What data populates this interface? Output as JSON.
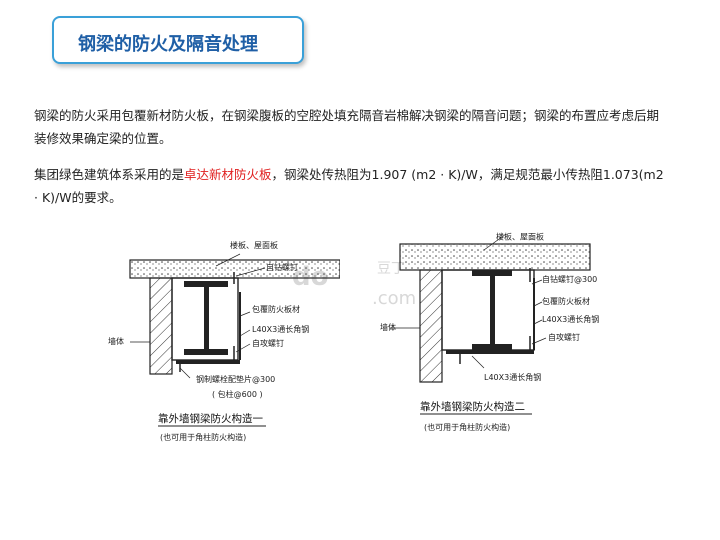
{
  "header": {
    "title": "钢梁的防火及隔音处理"
  },
  "body": {
    "para1": "钢梁的防火采用包覆新材防火板，在钢梁腹板的空腔处填充隔音岩棉解决钢梁的隔音问题；钢梁的布置应考虑后期装修效果确定梁的位置。",
    "para2_prefix": "集团绿色建筑体系采用的是",
    "para2_highlight": "卓达新材防火板",
    "para2_suffix": "，钢梁处传热阻为1.907 (m2 · K)/W，满足规范最小传热阻1.073(m2 · K)/W的要求。"
  },
  "watermark": {
    "text1": "do",
    "text2": ".com",
    "text3": "豆丁"
  },
  "diagram1": {
    "label_slab": "楼板、屋面板",
    "label_screw_top": "自钻螺钉",
    "label_board": "包覆防火板材",
    "label_angle": "L40X3通长角钢",
    "label_self_tap": "自攻螺钉",
    "label_wall": "墙体",
    "label_bolt": "钢制螺栓配垫片@300",
    "label_note": "( 包柱@600 )",
    "caption": "靠外墙钢梁防火构造一",
    "subcaption": "(也可用于角柱防火构造)"
  },
  "diagram2": {
    "label_slab": "楼板、屋面板",
    "label_screw": "自钻螺钉@300",
    "label_board": "包覆防火板材",
    "label_angle": "L40X3通长角钢",
    "label_self_tap": "自攻螺钉",
    "label_wall": "墙体",
    "label_angle_bottom": "L40X3通长角钢",
    "caption": "靠外墙钢梁防火构造二",
    "subcaption": "(也可用于角柱防火构造)"
  }
}
